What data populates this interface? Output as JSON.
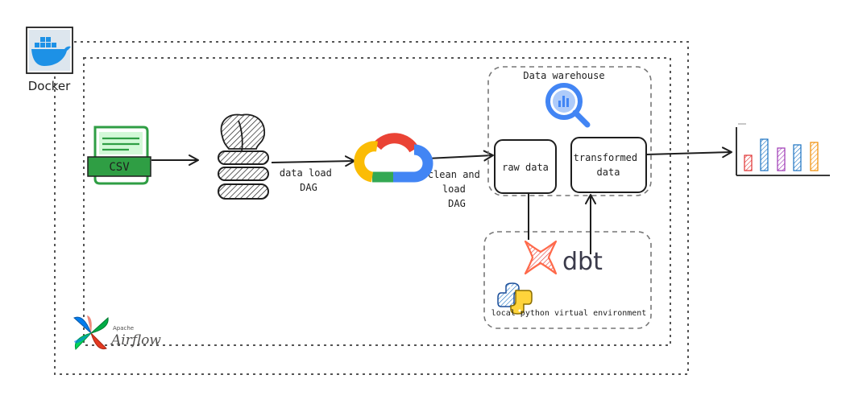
{
  "docker": {
    "label": "Docker"
  },
  "airflow": {
    "small": "Apache",
    "big": "Airflow"
  },
  "csv": {
    "label": "CSV"
  },
  "edges": {
    "data_load": [
      "data load",
      "DAG"
    ],
    "clean_load": [
      "clean and",
      "load",
      "DAG"
    ]
  },
  "warehouse": {
    "title": "Data warehouse"
  },
  "nodes": {
    "raw": "raw data",
    "transformed": [
      "transformed",
      "data"
    ]
  },
  "dbt": {
    "label": "dbt"
  },
  "venv": {
    "label": "local python virtual environment"
  },
  "colors": {
    "docker_blue": "#1d91e6",
    "csv_green": "#2f9e44",
    "dbt_orange": "#ff694a",
    "gcp_blue": "#4285f4",
    "gcp_red": "#ea4335",
    "gcp_yellow": "#fbbc05",
    "gcp_green": "#34a853"
  }
}
